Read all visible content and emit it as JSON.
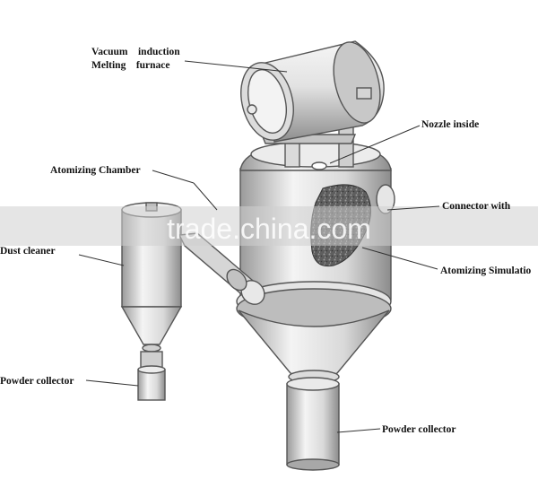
{
  "labels": {
    "vacuum_line1": "Vacuum    induction",
    "vacuum_line2": "Melting    furnace",
    "nozzle": "Nozzle inside",
    "atomizing_chamber": "Atomizing Chamber",
    "connector": "Connector with",
    "dust_cleaner": "Dust cleaner",
    "atomizing_simulation": "Atomizing Simulatio",
    "powder_collector_left": "Powder collector",
    "powder_collector_right": "Powder collector"
  },
  "watermark": "trade.china.com",
  "colors": {
    "metal_light": "#f2f2f2",
    "metal_mid": "#cfcfcf",
    "metal_dark": "#8a8a8a",
    "edge": "#555555",
    "simulation_texture": "#6d6d6d",
    "watermark_band": "#d0d0d0"
  }
}
